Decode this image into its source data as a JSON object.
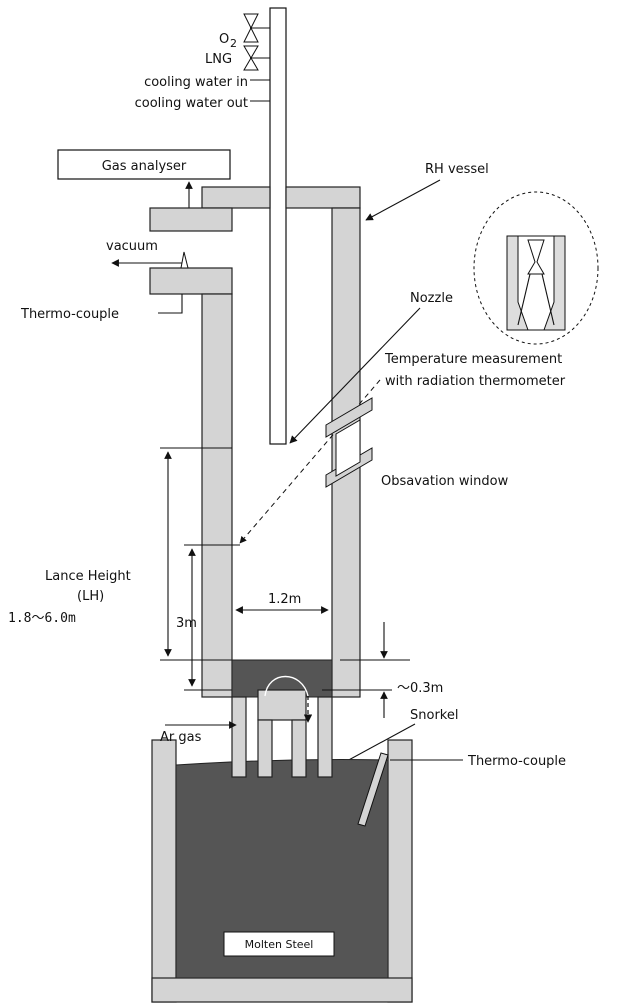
{
  "labels": {
    "o2": "O",
    "o2_sub": "2",
    "lng": "LNG",
    "cooling_in": "cooling water in",
    "cooling_out": "cooling water out",
    "gas_analyser": "Gas analyser",
    "rh_vessel": "RH vessel",
    "vacuum": "vacuum",
    "nozzle": "Nozzle",
    "thermocouple_top": "Thermo-couple",
    "temp_line1": "Temperature measurement",
    "temp_line2": "with radiation thermometer",
    "window": "Obsavation window",
    "lance_height1": "Lance Height",
    "lance_height2": "(LH)",
    "lance_range": "1.8〜6.0m",
    "dim_3m": "3m",
    "dim_12m": "1.2m",
    "dim_03m": "〜0.3m",
    "snorkel": "Snorkel",
    "ar_gas": "Ar gas",
    "thermocouple_bottom": "Thermo-couple",
    "molten_steel": "Molten Steel"
  }
}
